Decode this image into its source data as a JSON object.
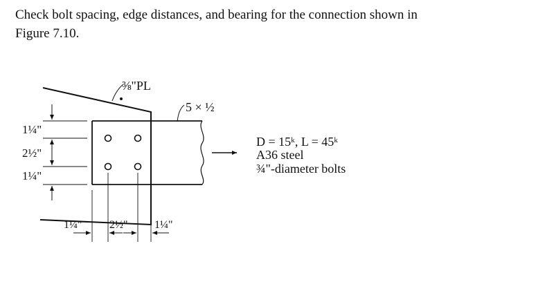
{
  "problem": {
    "line1": "Check bolt spacing, edge distances, and bearing for the connection shown in",
    "line2": "Figure 7.10."
  },
  "figure": {
    "plate_label": "⅜\"PL",
    "member_label": "5 × ½",
    "vertical_dims": [
      "1¼\"",
      "2½\"",
      "1¼\""
    ],
    "horizontal_dims": [
      "1¼\"",
      "2½\"",
      "1¼\""
    ],
    "info": {
      "loads": "D = 15ᵏ, L = 45ᵏ",
      "steel": "A36 steel",
      "bolts": "¾\"-diameter bolts"
    }
  }
}
